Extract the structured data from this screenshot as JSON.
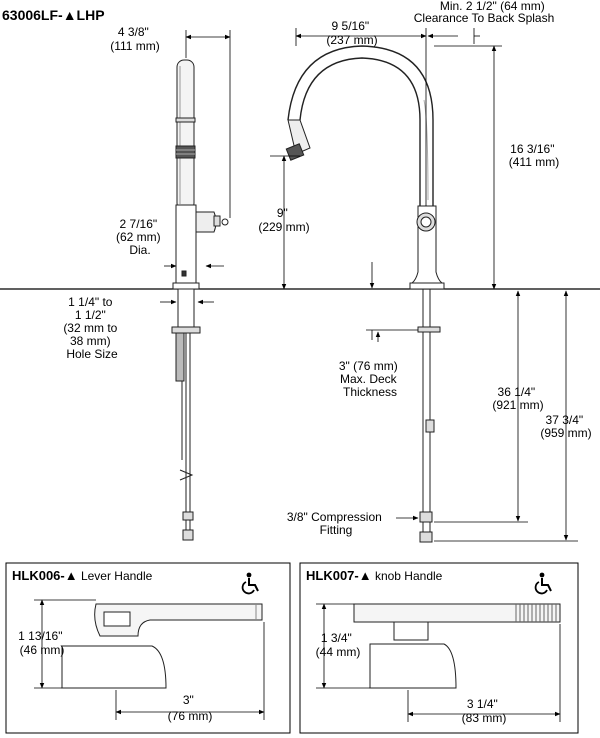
{
  "model_title": "63006LF-▲LHP",
  "dims": {
    "spout_width": [
      "4 3/8\"",
      "(111 mm)"
    ],
    "reach": [
      "9 5/16\"",
      "(237 mm)"
    ],
    "clearance": [
      "Min. 2 1/2\" (64 mm)",
      "Clearance To Back Splash"
    ],
    "height": [
      "16 3/16\"",
      "(411 mm)"
    ],
    "spout_height": [
      "9\"",
      "(229 mm)"
    ],
    "base_dia": [
      "2 7/16\"",
      "(62 mm)",
      "Dia."
    ],
    "hole_size": [
      "1 1/4\" to",
      "1 1/2\"",
      "(32 mm to",
      "38 mm)",
      "Hole Size"
    ],
    "deck": [
      "3\" (76 mm)",
      "Max. Deck",
      "Thickness"
    ],
    "supply_len": [
      "36 1/4\"",
      "(921 mm)"
    ],
    "total_len": [
      "37 3/4\"",
      "(959 mm)"
    ],
    "compression": [
      "3/8\" Compression",
      "Fitting"
    ]
  },
  "panels": {
    "lever": {
      "title_bold": "HLK006-▲",
      "title_rest": " Lever Handle",
      "height": [
        "1 13/16\"",
        "(46 mm)"
      ],
      "length": [
        "3\"",
        "(76 mm)"
      ]
    },
    "knob": {
      "title_bold": "HLK007-▲",
      "title_rest": " knob Handle",
      "height": [
        "1 3/4\"",
        "(44 mm)"
      ],
      "length": [
        "3 1/4\"",
        "(83 mm)"
      ]
    }
  },
  "icons": {
    "accessibility": "wheelchair-icon"
  }
}
